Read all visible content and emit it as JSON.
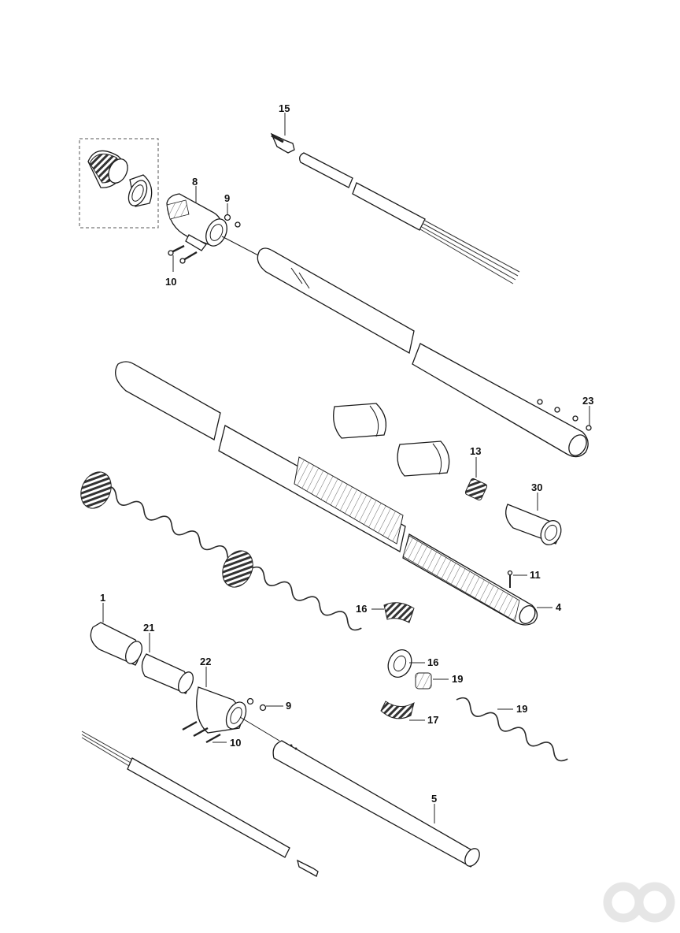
{
  "callouts": {
    "c15": "15",
    "c8": "8",
    "c9a": "9",
    "c10a": "10",
    "c23": "23",
    "c13": "13",
    "c30": "30",
    "c11": "11",
    "c4": "4",
    "c16a": "16",
    "c16b": "16",
    "c19a": "19",
    "c19b": "19",
    "c17": "17",
    "c1": "1",
    "c21": "21",
    "c22": "22",
    "c9b": "9",
    "c10b": "10",
    "c5": "5"
  },
  "logo": {
    "icon": "watermark-logo-icon",
    "color": "#e6e6e6"
  },
  "colors": {
    "line": "#1a1a1a",
    "background": "#ffffff"
  }
}
